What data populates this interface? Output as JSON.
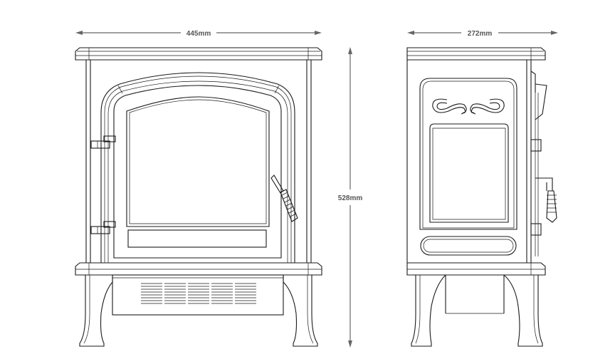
{
  "title": "Electric stove dimensions",
  "dimensions": {
    "front_width": "445mm",
    "height": "528mm",
    "side_depth": "272mm"
  },
  "colors": {
    "line": "#1a1a1a",
    "dimension": "#666666"
  }
}
